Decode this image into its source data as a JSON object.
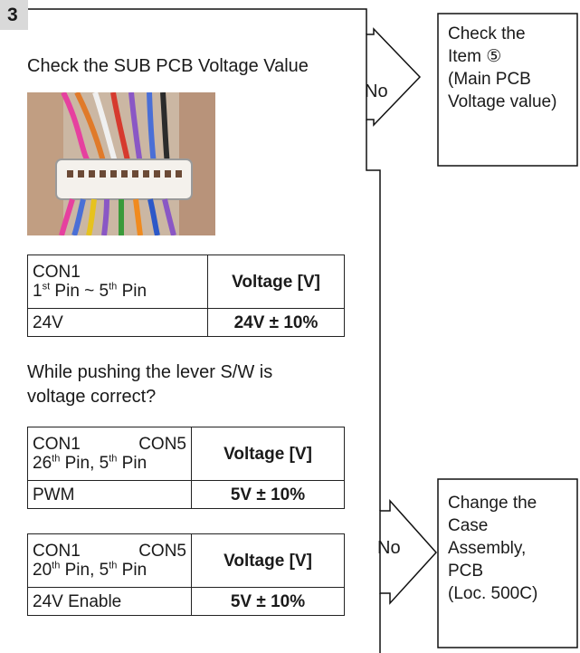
{
  "step_number": "3",
  "title": "Check the SUB PCB Voltage Value",
  "photo_icon": "connector-photo",
  "table1": {
    "left_line1": "CON1",
    "left_line2_a": "1",
    "left_line2_sup_a": "st",
    "left_line2_b": " Pin ~ 5",
    "left_line2_sup_b": "th",
    "left_line2_c": " Pin",
    "header_right": "Voltage [V]",
    "row_left": "24V",
    "row_right": "24V ± 10%"
  },
  "question": "While pushing the lever S/W is voltage correct?",
  "table2": {
    "left_con1": "CON1",
    "left_con5": "CON5",
    "pin_a": "26",
    "pin_sup_a": "th",
    "pin_b": " Pin, 5",
    "pin_sup_b": "th",
    "pin_c": " Pin",
    "header_right": "Voltage [V]",
    "row_left": "PWM",
    "row_right": "5V ± 10%"
  },
  "table3": {
    "left_con1": "CON1",
    "left_con5": "CON5",
    "pin_a": "20",
    "pin_sup_a": "th",
    "pin_b": " Pin,  5",
    "pin_sup_b": "th",
    "pin_c": " Pin",
    "header_right": "Voltage [V]",
    "row_left": "24V Enable",
    "row_right": "5V ± 10%"
  },
  "branch_top": {
    "label": "No",
    "box_lines": [
      "Check the",
      "Item ⑤",
      "(Main PCB",
      "Voltage value)"
    ]
  },
  "branch_bottom": {
    "label": "No",
    "box_lines": [
      "Change the",
      "Case",
      "Assembly,",
      "PCB",
      "(Loc. 500C)"
    ]
  }
}
